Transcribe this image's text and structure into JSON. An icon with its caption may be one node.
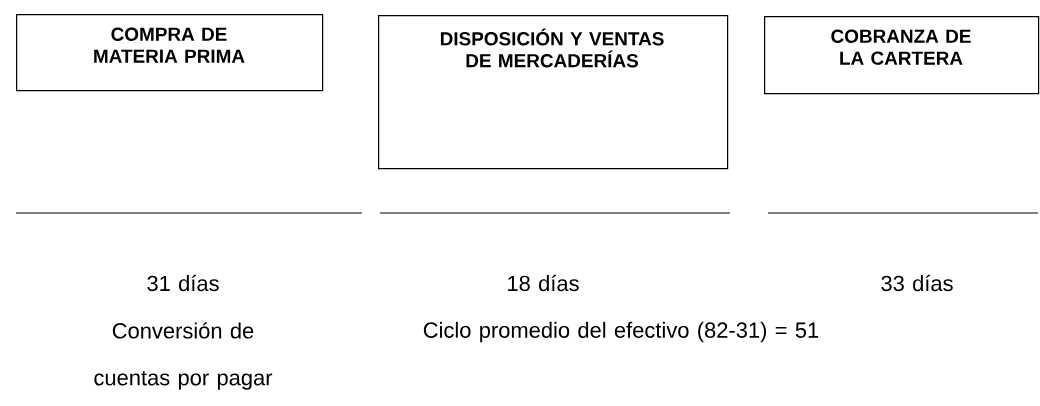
{
  "diagram": {
    "nodes": [
      {
        "text": [
          "COMPRA DE MATERIA PRIMA"
        ]
      },
      {
        "text": [
          "DISPOSICIÓN Y VENTAS DE MERCADERÍAS"
        ]
      },
      {
        "text": [
          "COBRANZA DE LA CARTERA"
        ]
      }
    ],
    "labels": [
      "31 días",
      "18 días",
      "33 días",
      "Conversión de cuentas por pagar",
      "Ciclo promedio del efectivo (82-31) = 51"
    ]
  }
}
